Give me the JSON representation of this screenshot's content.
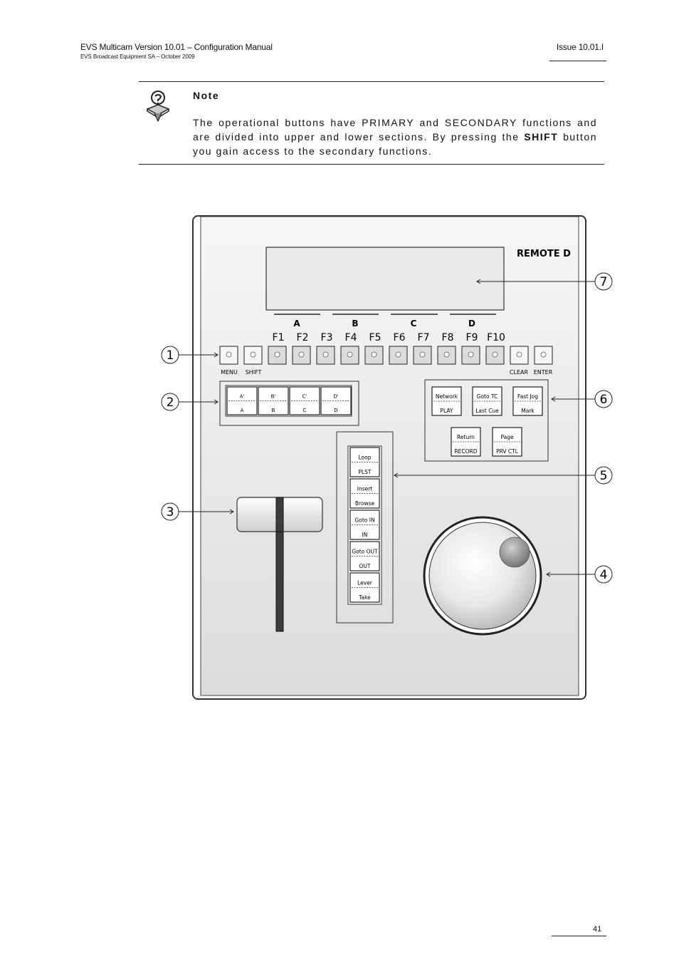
{
  "header": {
    "title": "EVS Multicam Version 10.01 – Configuration Manual",
    "subtitle": "EVS Broadcast Equipment SA – October 2009",
    "issue": "Issue 10.01.I"
  },
  "note": {
    "title": "Note",
    "body_pre": "The operational buttons have PRIMARY and SECONDARY functions and are divided into upper and lower sections. By pressing the ",
    "body_bold": "SHIFT",
    "body_post": " button you gain access to the secondary functions."
  },
  "remote": {
    "brand": "REMOTE D",
    "group_labels": [
      "A",
      "B",
      "C",
      "D"
    ],
    "fkeys": [
      "F1",
      "F2",
      "F3",
      "F4",
      "F5",
      "F6",
      "F7",
      "F8",
      "F9",
      "F10"
    ],
    "menu_label": "MENU",
    "shift_label": "SHIFT",
    "clear_label": "CLEAR",
    "enter_label": "ENTER",
    "page_keys": [
      {
        "top": "A'",
        "bottom": "A"
      },
      {
        "top": "B'",
        "bottom": "B"
      },
      {
        "top": "C'",
        "bottom": "C"
      },
      {
        "top": "D'",
        "bottom": "D"
      }
    ],
    "right_keys": [
      {
        "top": "Network",
        "bottom": "PLAY"
      },
      {
        "top": "Goto TC",
        "bottom": "Last Cue"
      },
      {
        "top": "Fast Jog",
        "bottom": "Mark"
      },
      {
        "top": "Return",
        "bottom": "RECORD"
      },
      {
        "top": "Page",
        "bottom": "PRV CTL"
      }
    ],
    "column_keys": [
      {
        "top": "Loop",
        "bottom": "PLST"
      },
      {
        "top": "Insert",
        "bottom": "Browse"
      },
      {
        "top": "Goto IN",
        "bottom": "IN"
      },
      {
        "top": "Goto OUT",
        "bottom": "OUT"
      },
      {
        "top": "Lever",
        "bottom": "Take"
      }
    ],
    "callouts": [
      "1",
      "2",
      "3",
      "4",
      "5",
      "6",
      "7"
    ]
  },
  "footer": {
    "page_number": "41"
  }
}
